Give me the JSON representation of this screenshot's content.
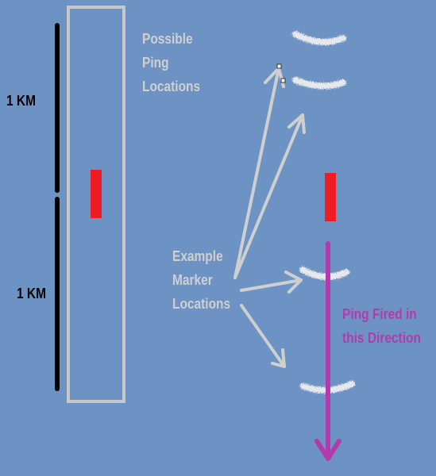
{
  "diagram": {
    "scale_upper_label": "1 KM",
    "scale_lower_label": "1 KM",
    "possible_ping_label": "Possible\nPing\nLocations",
    "marker_label": "Example\nMarker\nLocations",
    "ping_direction_label": "Ping Fired in\nthis Direction",
    "colors": {
      "background": "#6d93c4",
      "scale_bar": "#000000",
      "frame": "#c8c8c8",
      "marker": "#ee1c25",
      "ping_arrow": "#b23aad",
      "annotation": "#cfcfcf",
      "ping_label": "#b23aad"
    }
  }
}
